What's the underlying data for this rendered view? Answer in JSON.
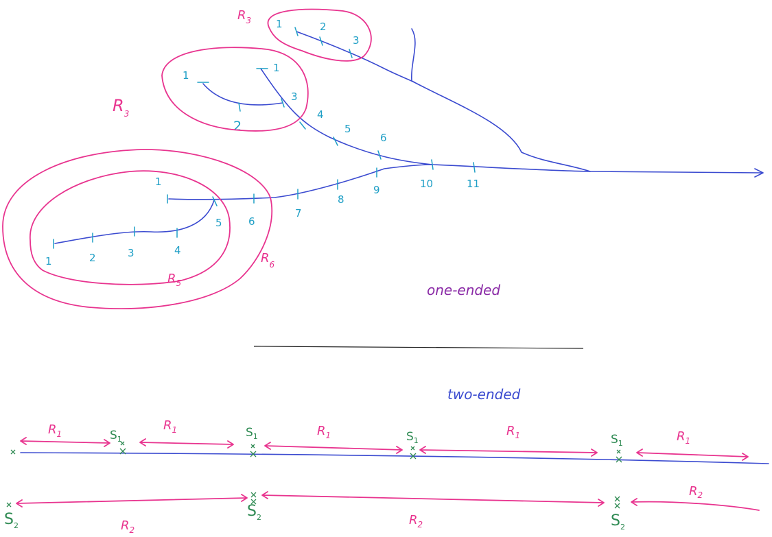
{
  "one_ended": {
    "caption": "one-ended",
    "region_labels": [
      {
        "id": "r3-top",
        "letter": "R",
        "sub": "3"
      },
      {
        "id": "r3-mid",
        "letter": "R",
        "sub": "3"
      },
      {
        "id": "r5",
        "letter": "R",
        "sub": "5"
      },
      {
        "id": "r6",
        "letter": "R",
        "sub": "6"
      }
    ],
    "top_branch_ticks": [
      "1",
      "2",
      "3"
    ],
    "mid_branch_ticks": [
      "1",
      "2",
      "3"
    ],
    "main_branch_ticks": [
      "1",
      "3",
      "4",
      "5",
      "6",
      "10",
      "11"
    ],
    "lower_branch_ticks": [
      "1",
      "5",
      "6",
      "7",
      "8",
      "9"
    ],
    "loop_ticks": [
      "1",
      "2",
      "3",
      "4"
    ]
  },
  "two_ended": {
    "caption": "two-ended",
    "row1_labels": [
      {
        "letter": "R",
        "sub": "1"
      },
      {
        "letter": "R",
        "sub": "1"
      },
      {
        "letter": "R",
        "sub": "1"
      },
      {
        "letter": "R",
        "sub": "1"
      },
      {
        "letter": "R",
        "sub": "1"
      }
    ],
    "row1_separators": [
      {
        "letter": "S",
        "sub": "1"
      },
      {
        "letter": "S",
        "sub": "1"
      },
      {
        "letter": "S",
        "sub": "1"
      },
      {
        "letter": "S",
        "sub": "1"
      }
    ],
    "row2_labels": [
      {
        "letter": "R",
        "sub": "2"
      },
      {
        "letter": "R",
        "sub": "2"
      },
      {
        "letter": "R",
        "sub": "2"
      }
    ],
    "row2_separators": [
      {
        "letter": "S",
        "sub": "2"
      },
      {
        "letter": "S",
        "sub": "2"
      },
      {
        "letter": "S",
        "sub": "2"
      }
    ]
  },
  "colors": {
    "graph_line": "#3b4bd0",
    "region": "#e8348f",
    "tick": "#1f9fc6",
    "separator": "#2e8a52"
  }
}
